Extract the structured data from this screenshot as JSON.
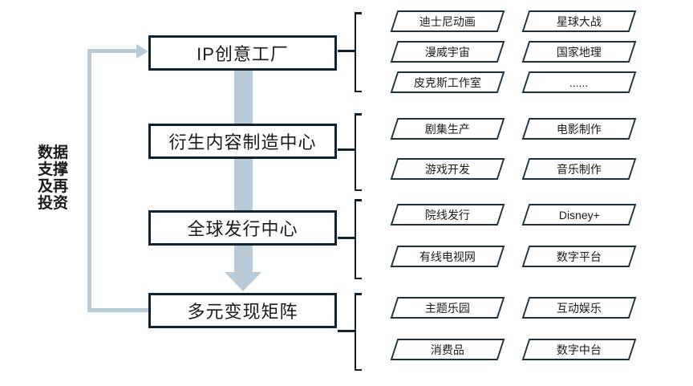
{
  "side_label": {
    "lines": [
      "数据",
      "支撑",
      "及再",
      "投资"
    ]
  },
  "stages": [
    {
      "label": "IP创意工厂",
      "items": [
        [
          "迪士尼动画",
          "星球大战"
        ],
        [
          "漫威宇宙",
          "国家地理"
        ],
        [
          "皮克斯工作室",
          "......"
        ]
      ]
    },
    {
      "label": "衍生内容制造中心",
      "items": [
        [
          "剧集生产",
          "电影制作"
        ],
        [
          "游戏开发",
          "音乐制作"
        ]
      ]
    },
    {
      "label": "全球发行中心",
      "items": [
        [
          "院线发行",
          "Disney+"
        ],
        [
          "有线电视网",
          "数字平台"
        ]
      ]
    },
    {
      "label": "多元变现矩阵",
      "items": [
        [
          "主题乐园",
          "互动娱乐"
        ],
        [
          "消费品",
          "数字中台"
        ]
      ]
    }
  ],
  "colors": {
    "flow_arrow": "#b9cbd8",
    "feedback_line": "#b7cad7",
    "box_border": "#0e2231",
    "item_border": "#1b3240",
    "text": "#1a1a1a",
    "background": "#ffffff"
  }
}
